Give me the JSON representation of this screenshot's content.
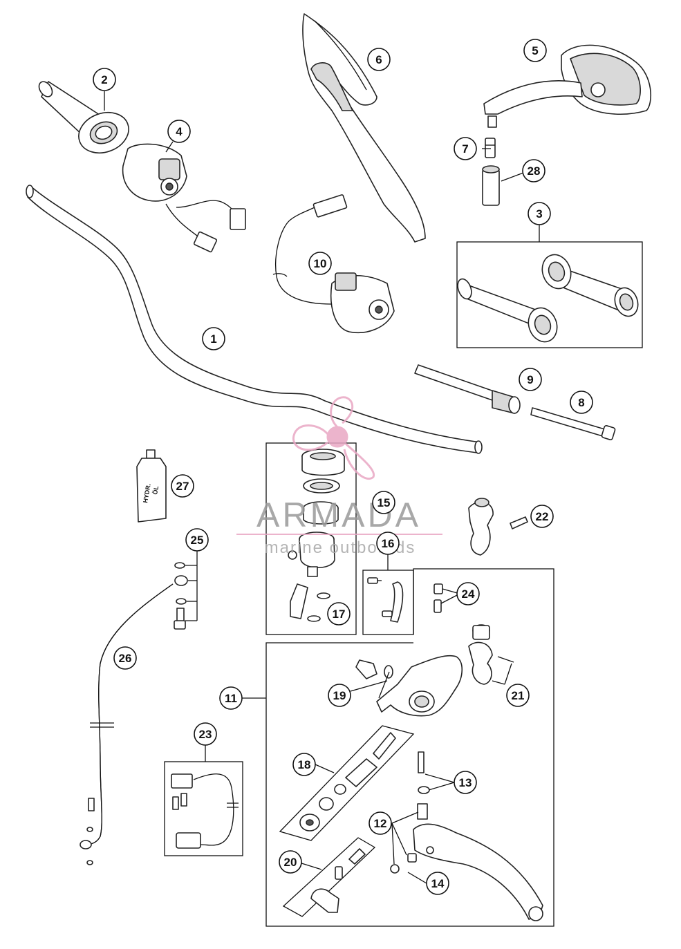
{
  "diagram": {
    "callouts": [
      "1",
      "2",
      "3",
      "4",
      "5",
      "6",
      "7",
      "8",
      "9",
      "10",
      "11",
      "12",
      "13",
      "14",
      "15",
      "16",
      "17",
      "18",
      "19",
      "20",
      "21",
      "22",
      "23",
      "24",
      "25",
      "26",
      "27",
      "28"
    ],
    "bottle_label": [
      "HYDR.",
      "ÖL"
    ]
  },
  "watermark": {
    "brand": "ARMADA",
    "tagline": "marine outboards",
    "colors": {
      "logo": "#e9a7c4",
      "text": "#9a9a9a"
    }
  }
}
